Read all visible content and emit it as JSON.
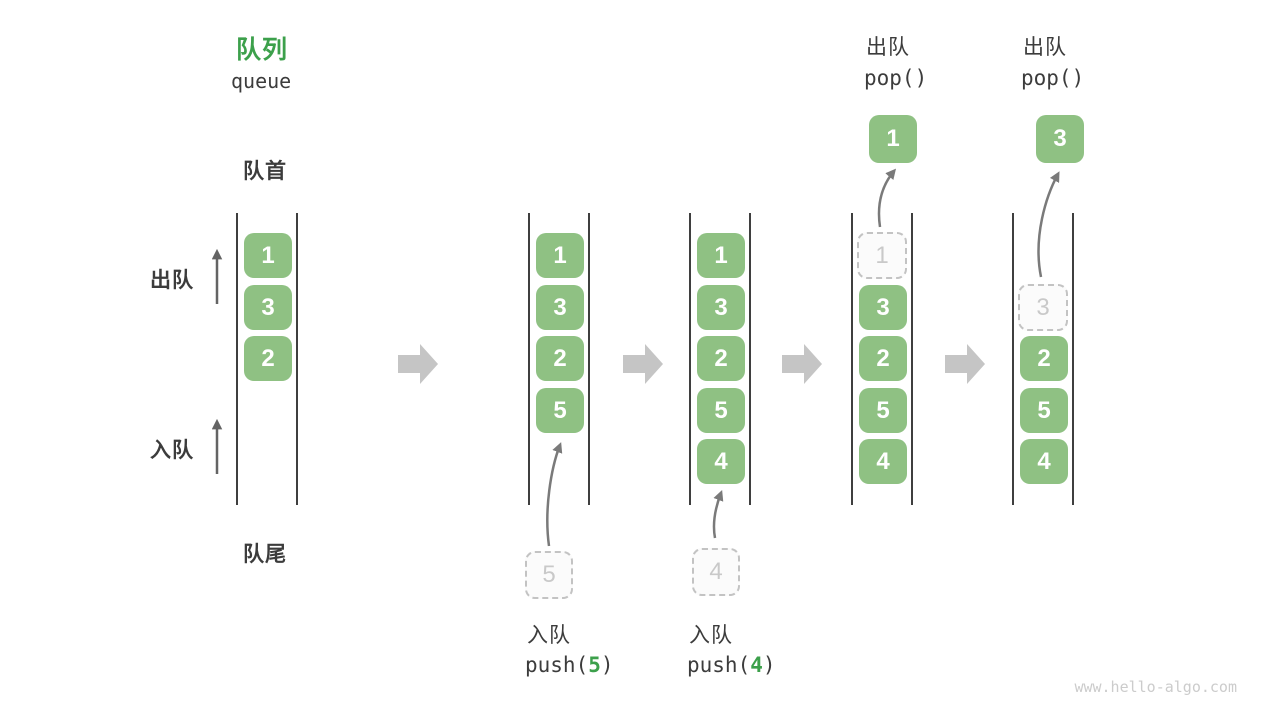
{
  "header": {
    "title": "队列",
    "subtitle": "queue"
  },
  "side_labels": {
    "front": "队首",
    "dequeue": "出队",
    "enqueue": "入队",
    "rear": "队尾"
  },
  "columns": [
    {
      "name": "state-initial",
      "cells": [
        "1",
        "3",
        "2"
      ]
    },
    {
      "name": "state-after-push-5",
      "cells": [
        "1",
        "3",
        "2",
        "5"
      ],
      "pending": "5",
      "op": {
        "label": "入队",
        "code_pre": "push(",
        "arg": "5",
        "code_post": ")"
      }
    },
    {
      "name": "state-after-push-4",
      "cells": [
        "1",
        "3",
        "2",
        "5",
        "4"
      ],
      "pending": "4",
      "op": {
        "label": "入队",
        "code_pre": "push(",
        "arg": "4",
        "code_post": ")"
      }
    },
    {
      "name": "state-after-pop-1",
      "ghost": "1",
      "cells": [
        "3",
        "2",
        "5",
        "4"
      ],
      "popped": "1",
      "op": {
        "label": "出队",
        "code": "pop()"
      }
    },
    {
      "name": "state-after-pop-3",
      "ghost": "3",
      "cells": [
        "2",
        "5",
        "4"
      ],
      "popped": "3",
      "op": {
        "label": "出队",
        "code": "pop()"
      }
    }
  ],
  "colors": {
    "title_green": "#3ca04b",
    "box_green": "#8fc183",
    "line_color": "#3f3f3f",
    "block_arrow": "#c5c5c5",
    "flow_arrow": "#7a7a7a",
    "dark_text": "#3c3c3c",
    "ghost_border": "#c3c3c3",
    "watermark": "#cccccc"
  },
  "watermark": "www.hello-algo.com"
}
